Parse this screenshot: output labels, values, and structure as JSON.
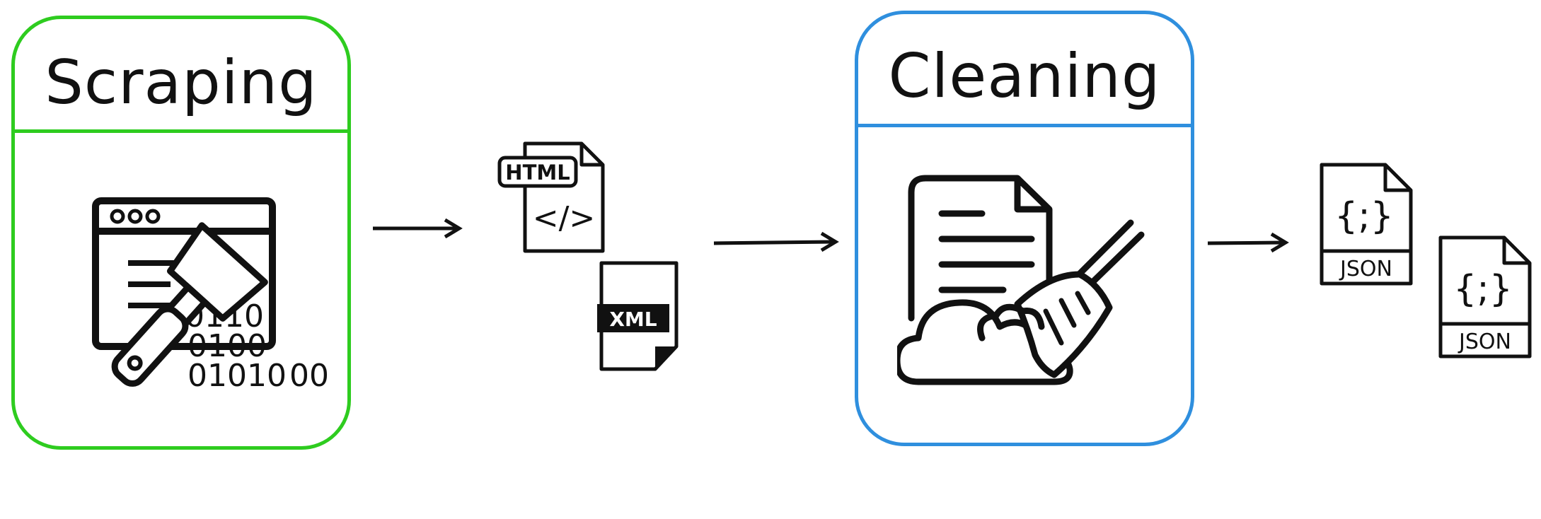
{
  "colors": {
    "scraping": "#2ecc1f",
    "cleaning": "#2f8fde",
    "ink": "#111111"
  },
  "scraping": {
    "title": "Scraping",
    "icon": "web-scraper-icon",
    "binary": [
      "0110",
      "0100",
      "01010",
      "00"
    ]
  },
  "outputs_raw": {
    "html_label": "HTML",
    "html_glyph": "</>",
    "xml_label": "XML"
  },
  "cleaning": {
    "title": "Cleaning",
    "icon": "document-broom-cleaning-icon"
  },
  "outputs_clean": {
    "json_label": "JSON",
    "json_glyph": "{;}"
  }
}
